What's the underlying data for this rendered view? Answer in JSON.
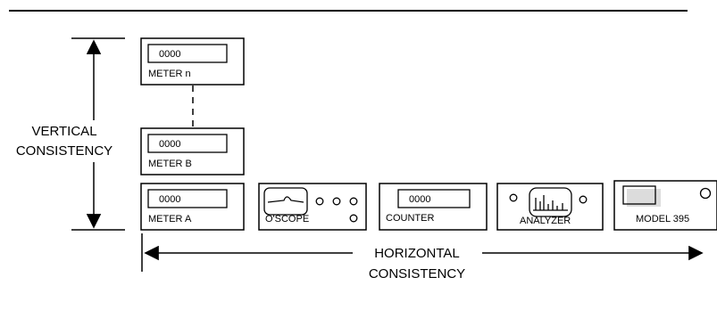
{
  "labels": {
    "vertical_line1": "VERTICAL",
    "vertical_line2": "CONSISTENCY",
    "horizontal_line1": "HORIZONTAL",
    "horizontal_line2": "CONSISTENCY"
  },
  "instruments": {
    "meter_n": {
      "name": "METER n",
      "display": "0000"
    },
    "meter_b": {
      "name": "METER B",
      "display": "0000"
    },
    "meter_a": {
      "name": "METER A",
      "display": "0000"
    },
    "oscope": {
      "name": "O'SCOPE"
    },
    "counter": {
      "name": "COUNTER",
      "display": "0000"
    },
    "analyzer": {
      "name": "ANALYZER"
    },
    "model395": {
      "name": "MODEL 395"
    }
  }
}
